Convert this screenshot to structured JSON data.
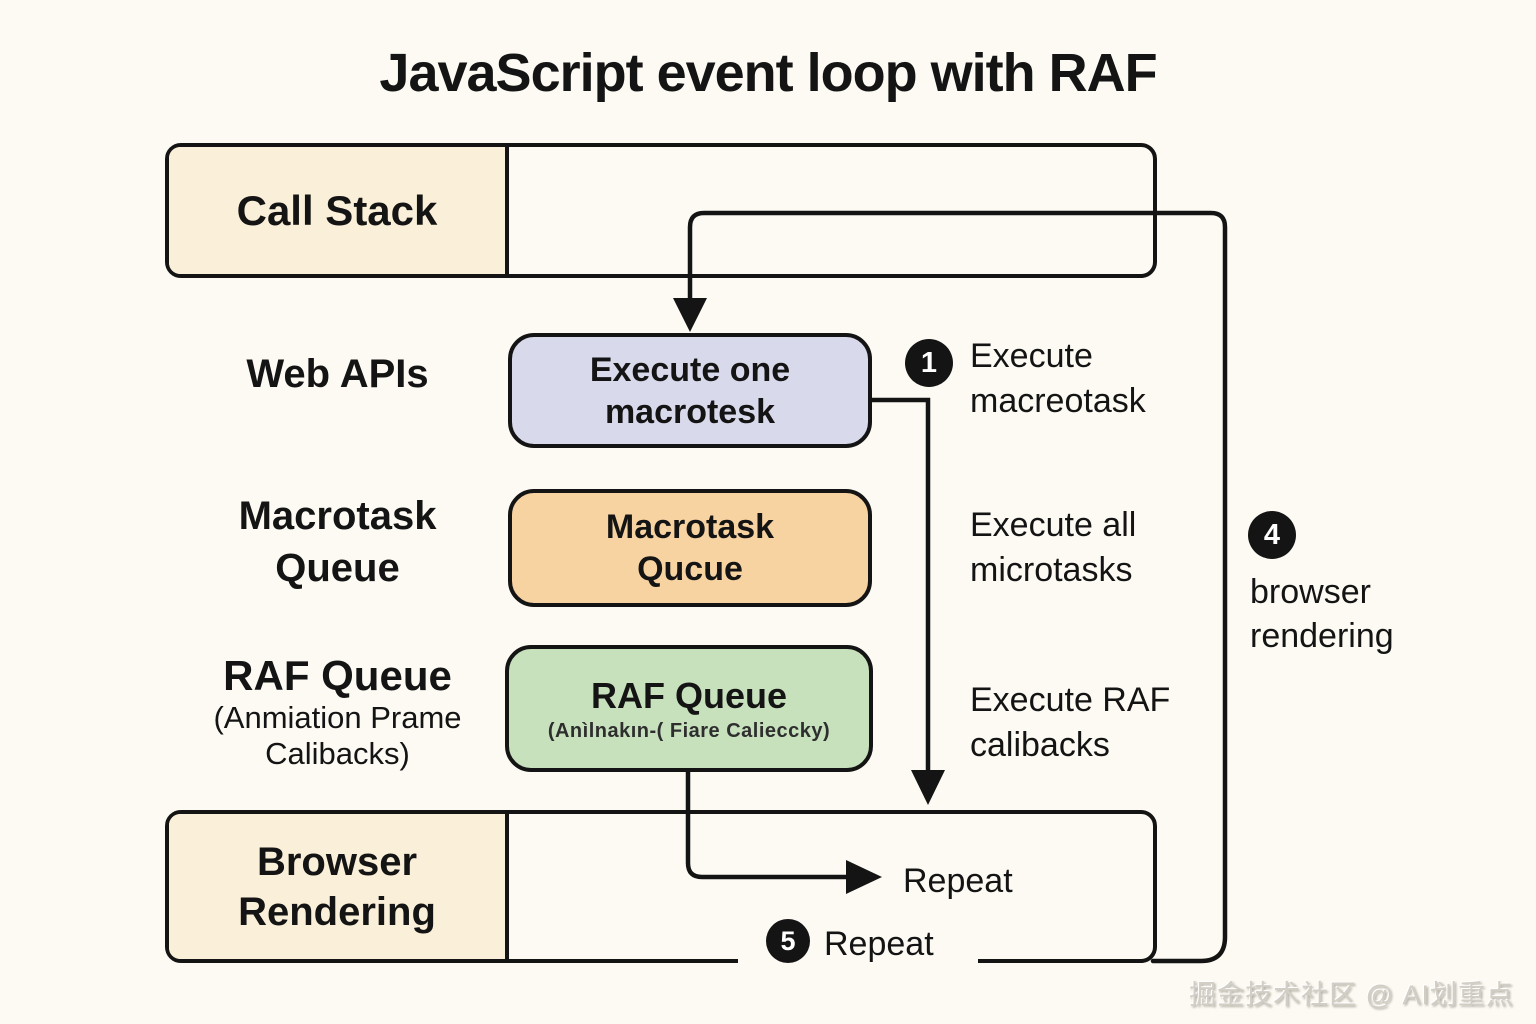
{
  "title": "JavaScript event loop with RAF",
  "call_stack_row": {
    "label": "Call Stack"
  },
  "browser_row": {
    "lines": [
      "Browser",
      "Rendering"
    ]
  },
  "left_labels": {
    "web_apis": "Web APIs",
    "macrotask": {
      "lines": [
        "Macrotask",
        "Queue"
      ]
    },
    "raf": {
      "title": "RAF Queue",
      "sub_lines": [
        "(Anmiation Prame",
        "Calibacks)"
      ]
    }
  },
  "boxes": {
    "execute_macrotask": {
      "lines": [
        "Execute one",
        "macrotesk"
      ]
    },
    "macrotask_queue": {
      "lines": [
        "Macrotask",
        "Qucue"
      ]
    },
    "raf_queue": {
      "title": "RAF Queue",
      "sub": "(Anìlnakın-( Fiare Calieccky)"
    }
  },
  "steps": {
    "step1": {
      "num": "1",
      "lines": [
        "Execute",
        "macreotask"
      ]
    },
    "microtasks": {
      "lines": [
        "Execute all",
        "microtasks"
      ]
    },
    "raf_callbacks": {
      "lines": [
        "Execute RAF",
        "calibacks"
      ]
    },
    "step4": {
      "num": "4",
      "lines": [
        "browser",
        "rendering"
      ]
    },
    "repeat_inner": "Repeat",
    "step5": {
      "num": "5",
      "label": "Repeat"
    }
  },
  "watermark": "掘金技术社区 @ AI划重点",
  "colors": {
    "background": "#fcfaf3",
    "cream": "#faf0d9",
    "lavender": "#d9d9ec",
    "peach": "#f8d3a2",
    "green": "#c7e1bd",
    "line": "#141414"
  }
}
